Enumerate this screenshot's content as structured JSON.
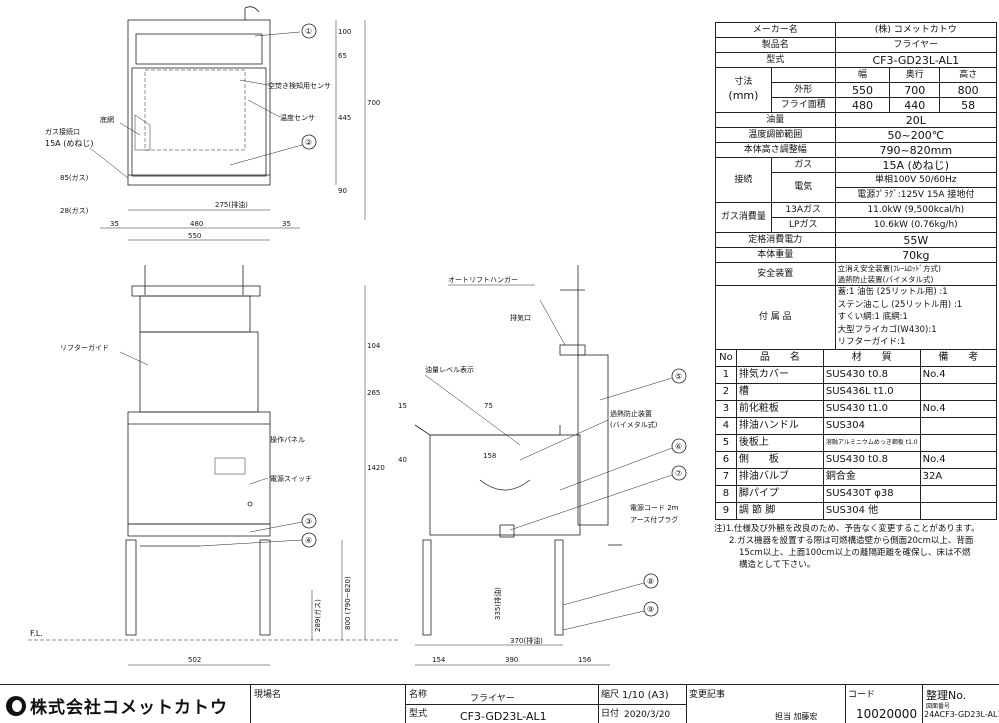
{
  "spec": {
    "maker_label": "メーカー名",
    "maker": "(株) コメットカトウ",
    "product_label": "製品名",
    "product": "フライヤー",
    "model_label": "型式",
    "model": "CF3-GD23L-AL1",
    "dims_label": "寸法",
    "dims_unit": "(mm)",
    "dims_headers": [
      "幅",
      "奥行",
      "高さ"
    ],
    "outer_label": "外形",
    "outer": [
      "550",
      "700",
      "800"
    ],
    "fry_label": "フライ面積",
    "fry": [
      "480",
      "440",
      "58"
    ],
    "oil_label": "油量",
    "oil": "20L",
    "temp_label": "温度調節範囲",
    "temp": "50~200℃",
    "height_label": "本体高さ調整幅",
    "height": "790~820mm",
    "conn_label": "接続",
    "gas_label": "ガス",
    "gas": "15A (めねじ)",
    "elec_label": "電気",
    "elec1": "単相100V  50/60Hz",
    "elec2": "電源ﾌﾟﾗｸﾞ:125V 15A 接地付",
    "gascons_label": "ガス消費量",
    "g13a_label": "13Aガス",
    "g13a": "11.0kW  (9,500kcal/h)",
    "lp_label": "LPガス",
    "lp": "10.6kW  (0.76kg/h)",
    "power_label": "定格消費電力",
    "power": "55W",
    "weight_label": "本体重量",
    "weight": "70kg",
    "safety_label": "安全装置",
    "safety1": "立消え安全装置(ﾌﾚｰﾑﾛｯﾄﾞ方式)",
    "safety2": "過熱防止装置(バイメタル式)",
    "acc_label": "付 属 品",
    "acc": [
      "蓋:1  油缶 (25リットル用) :1",
      "ステン油こし (25リットル用) :1",
      "すくい網:1      底網:1",
      "大型フライカゴ(W430):1",
      "リフターガイド:1"
    ]
  },
  "parts": {
    "headers": [
      "No",
      "品　　名",
      "材　　質",
      "備　　考"
    ],
    "rows": [
      [
        "1",
        "排気カバー",
        "SUS430 t0.8",
        "No.4"
      ],
      [
        "2",
        "槽",
        "SUS436L t1.0",
        ""
      ],
      [
        "3",
        "前化粧板",
        "SUS430 t1.0",
        "No.4"
      ],
      [
        "4",
        "排油ハンドル",
        "SUS304",
        ""
      ],
      [
        "5",
        "後板上",
        "溶融アルミニウムめっき鋼板 t1.0",
        ""
      ],
      [
        "6",
        "側　　板",
        "SUS430 t0.8",
        "No.4"
      ],
      [
        "7",
        "排油バルブ",
        "銅合金",
        "32A"
      ],
      [
        "8",
        "脚パイプ",
        "SUS430T φ38",
        ""
      ],
      [
        "9",
        "調 節 脚",
        "SUS304 他",
        ""
      ]
    ]
  },
  "notes": {
    "n1": "注)1.仕様及び外観を改良のため、予告なく変更することがあります。",
    "n2a": "2.ガス機器を設置する際は可燃構造壁から側面20cm以上、背面",
    "n2b": "15cm以上、上面100cm以上の離隔距離を確保し、床は不燃",
    "n2c": "構造として下さい。"
  },
  "footer": {
    "company": "株式会社コメットカトウ",
    "site_label": "現場名",
    "name_label": "名称",
    "name": "フライヤー",
    "model_label": "型式",
    "model": "CF3-GD23L-AL1",
    "scale_label": "縮尺",
    "scale": "1/10 (A3)",
    "date_label": "日付",
    "date": "2020/3/20",
    "change_label": "変更記事",
    "person": "担当 加藤宏",
    "code_label": "コード",
    "code": "10020000",
    "mgmt_label": "整理No.",
    "drawing_no_label": "図面番号",
    "drawing_no": "24ACF3-GD23L-AL1"
  },
  "drawing": {
    "top": {
      "c1": "①",
      "c2": "②",
      "sensor_empty": "空焚き検知用センサ",
      "sensor_temp": "温度センサ",
      "bottom_net": "底網",
      "gas_port": "ガス接続口",
      "gas_port_size": "15A (めねじ)",
      "d100": "100",
      "d65": "65",
      "d445": "445",
      "d700": "700",
      "d90": "90",
      "d85": "85(ガス)",
      "d28": "28(ガス)",
      "d275": "275(排油)",
      "d480": "480",
      "d550": "550",
      "d35a": "35",
      "d35b": "35"
    },
    "front": {
      "lifter_guide": "リフターガイド",
      "panel": "操作パネル",
      "switch": "電源スイッチ",
      "c3": "③",
      "c4": "④",
      "d104": "104",
      "d265": "265",
      "d1420": "1420",
      "d800": "800 (790~820)",
      "d289": "289(ガス)",
      "fl": "F.L.",
      "d502": "502"
    },
    "side": {
      "hanger": "オートリフトハンガー",
      "exhaust": "排気口",
      "oil_level": "油量レベル表示",
      "overheat1": "過熱防止装置",
      "overheat2": "(バイメタル式)",
      "c5": "⑤",
      "c6": "⑥",
      "c7": "⑦",
      "c8": "⑧",
      "c9": "⑨",
      "cord1": "電源コード 2m",
      "cord2": "アース付プラグ",
      "d15": "15",
      "d75": "75",
      "d40": "40",
      "d158": "158",
      "d335": "335(排油)",
      "d370": "370(排油)",
      "d154": "154",
      "d390": "390",
      "d156": "156"
    }
  }
}
